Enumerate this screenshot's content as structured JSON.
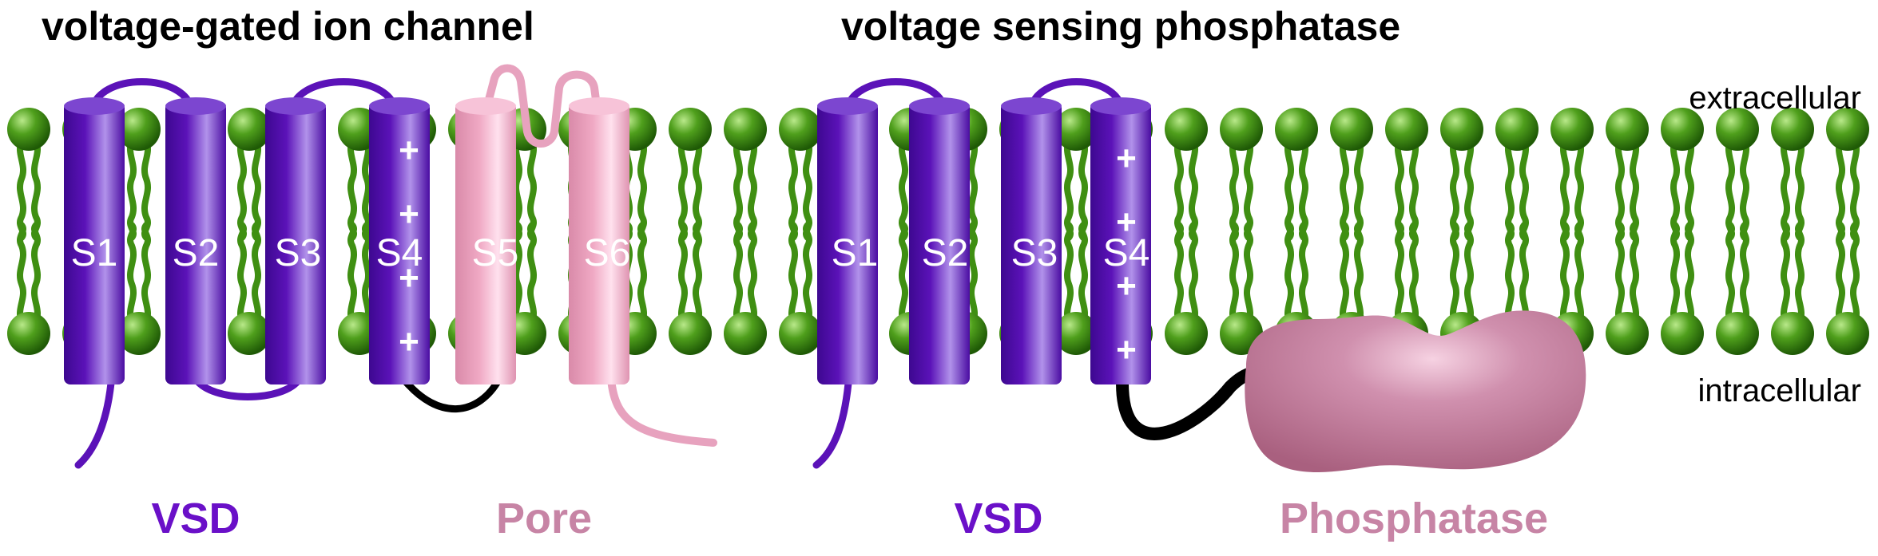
{
  "titles": {
    "left": "voltage-gated ion channel",
    "right": "voltage sensing phosphatase"
  },
  "sides": {
    "extracellular": "extracellular",
    "intracellular": "intracellular"
  },
  "helices": {
    "ion_channel": [
      "S1",
      "S2",
      "S3",
      "S4",
      "S5",
      "S6"
    ],
    "phosphatase": [
      "S1",
      "S2",
      "S3",
      "S4"
    ]
  },
  "charge_symbol": "+",
  "domains": {
    "vsd_left": "VSD",
    "pore": "Pore",
    "vsd_right": "VSD",
    "phosphatase": "Phosphatase"
  },
  "colors": {
    "vsd": "#5b12b8",
    "pore": "#f0a9c4",
    "phosphatase": "#c9819f",
    "lipid": "#3f8f12",
    "linker": "#000000",
    "vsd_label": "#6a10c8",
    "pore_label": "#c784a5"
  }
}
